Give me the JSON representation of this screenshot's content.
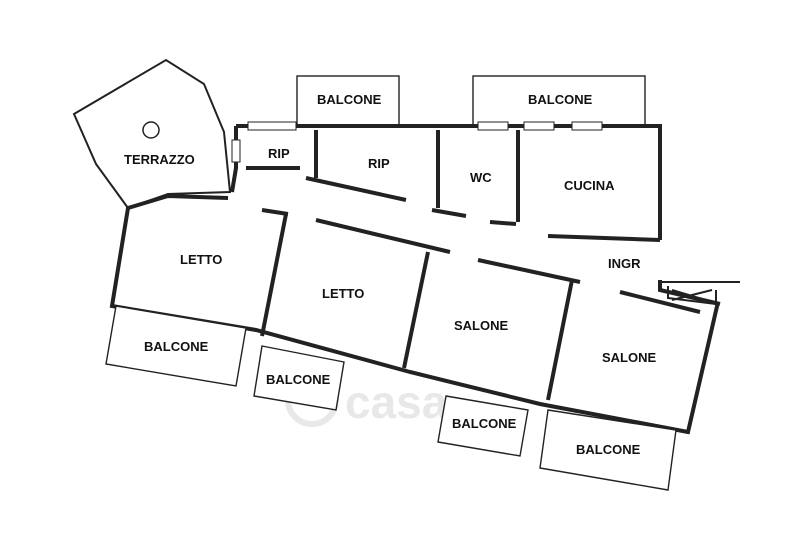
{
  "watermark": "casa",
  "rooms": {
    "terrazzo": "TERRAZZO",
    "rip1": "RIP",
    "rip2": "RIP",
    "wc": "WC",
    "cucina": "CUCINA",
    "ingr": "INGR",
    "letto1": "LETTO",
    "letto2": "LETTO",
    "salone1": "SALONE",
    "salone2": "SALONE"
  },
  "balconies": {
    "top_left": "BALCONE",
    "top_right": "BALCONE",
    "bottom_1": "BALCONE",
    "bottom_2": "BALCONE",
    "bottom_3": "BALCONE",
    "bottom_4": "BALCONE"
  }
}
